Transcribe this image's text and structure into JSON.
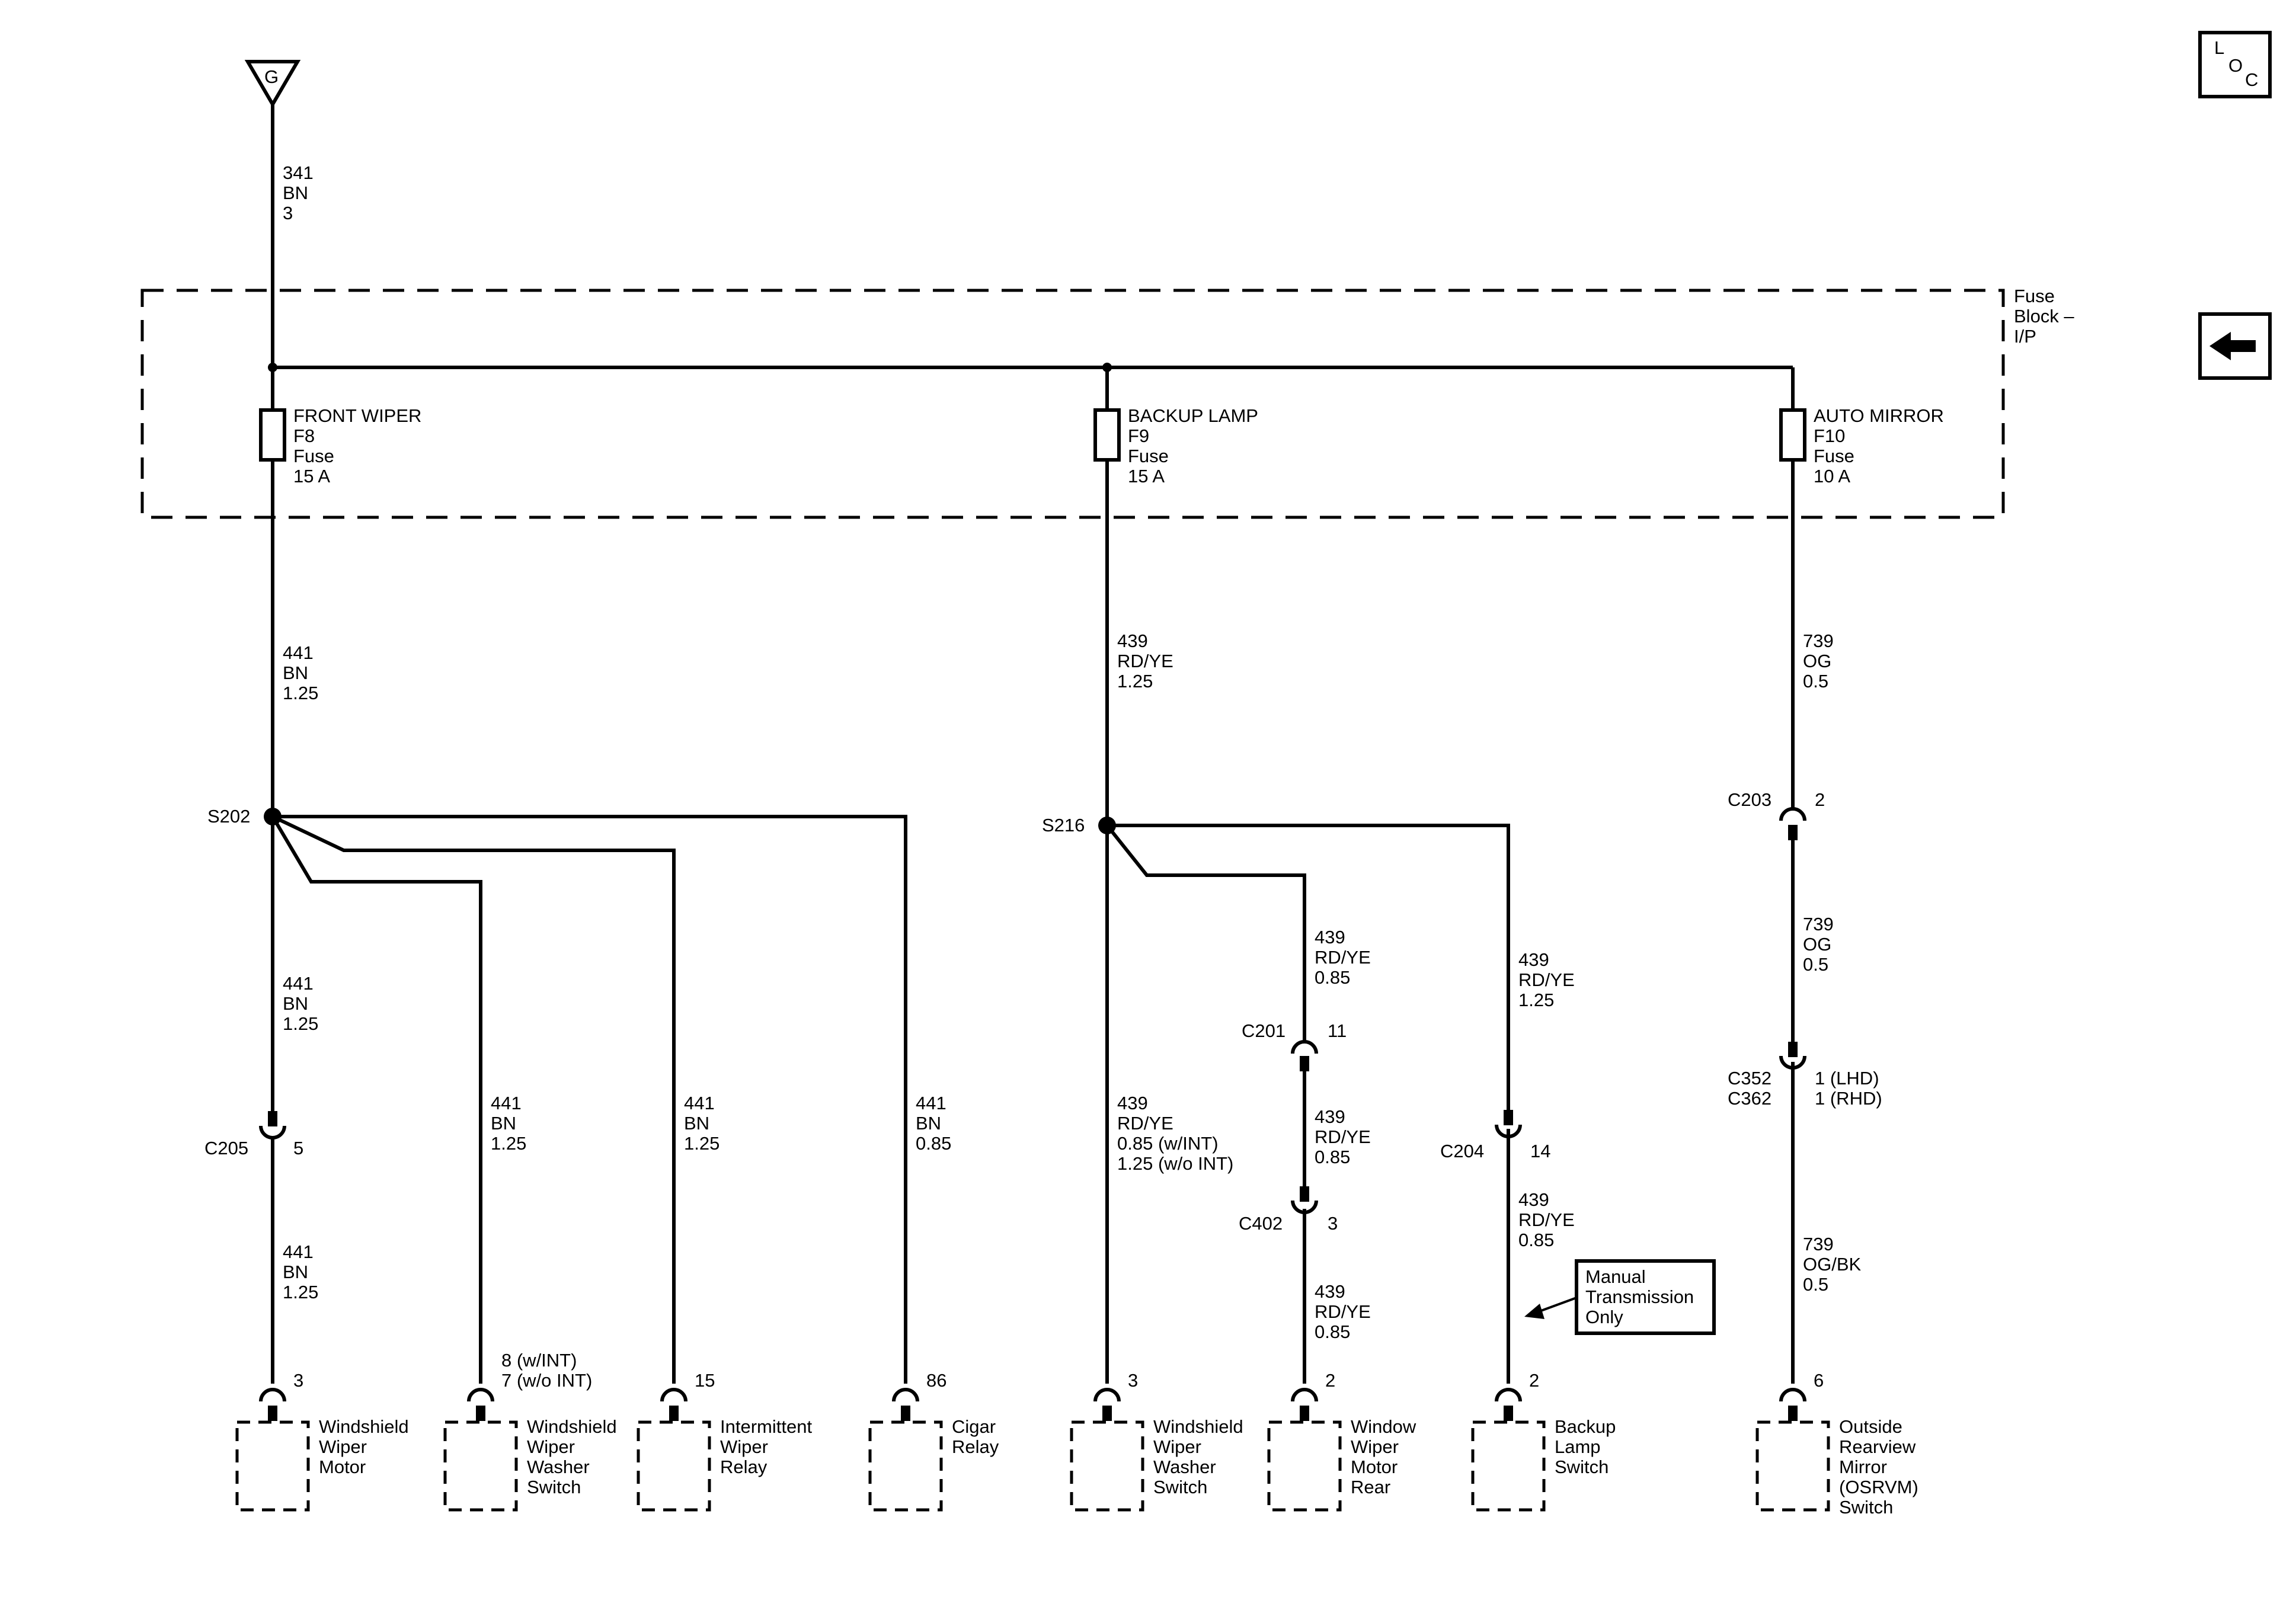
{
  "power_source": {
    "label": "G",
    "circuit": "341",
    "color": "BN",
    "size": "3"
  },
  "fuse_block": {
    "line1": "Fuse",
    "line2": "Block –",
    "line3": "I/P"
  },
  "fuses": [
    {
      "l1": "FRONT WIPER",
      "l2": "F8",
      "l3": "Fuse",
      "l4": "15 A"
    },
    {
      "l1": "BACKUP LAMP",
      "l2": "F9",
      "l3": "Fuse",
      "l4": "15 A"
    },
    {
      "l1": "AUTO MIRROR",
      "l2": "F10",
      "l3": "Fuse",
      "l4": "10 A"
    }
  ],
  "wire_labels": [
    {
      "circuit": "441",
      "color": "BN",
      "size": "1.25"
    },
    {
      "circuit": "439",
      "color": "RD/YE",
      "size": "1.25"
    },
    {
      "circuit": "739",
      "color": "OG",
      "size": "0.5"
    },
    {
      "circuit": "441",
      "color": "BN",
      "size": "1.25"
    },
    {
      "circuit": "441",
      "color": "BN",
      "size": "1.25"
    },
    {
      "circuit": "441",
      "color": "BN",
      "size": "1.25"
    },
    {
      "circuit": "441",
      "color": "BN",
      "size": "1.25"
    },
    {
      "circuit": "441",
      "color": "BN",
      "size": "0.85"
    },
    {
      "circuit": "439",
      "color": "RD/YE",
      "size": "0.85"
    },
    {
      "circuit": "439",
      "color": "RD/YE",
      "size": "1.25"
    },
    {
      "circuit": "739",
      "color": "OG",
      "size": "0.5"
    },
    {
      "circuit": "439",
      "color": "RD/YE",
      "size": "0.85"
    },
    {
      "circuit": "439",
      "color": "RD/YE",
      "size": "0.85"
    },
    {
      "circuit": "439",
      "color": "RD/YE",
      "size": "0.85"
    },
    {
      "circuit": "739",
      "color": "OG/BK",
      "size": "0.5"
    }
  ],
  "wire_label_special": {
    "circuit": "439",
    "color": "RD/YE",
    "size1": "0.85 (w/INT)",
    "size2": "1.25 (w/o INT)"
  },
  "splices": {
    "s202": "S202",
    "s216": "S216"
  },
  "connectors": {
    "c205": {
      "name": "C205",
      "pin": "5"
    },
    "c203": {
      "name": "C203",
      "pin": "2"
    },
    "c201": {
      "name": "C201",
      "pin": "11"
    },
    "c402": {
      "name": "C402",
      "pin": "3"
    },
    "c204": {
      "name": "C204",
      "pin": "14"
    },
    "c352": {
      "name1": "C352",
      "name2": "C362",
      "pin1": "1 (LHD)",
      "pin2": "1 (RHD)"
    }
  },
  "components": [
    {
      "pin": "3",
      "pin2": "",
      "l1": "Windshield",
      "l2": "Wiper",
      "l3": "Motor",
      "l4": "",
      "l5": ""
    },
    {
      "pin": "8 (w/INT)",
      "pin2": "7 (w/o INT)",
      "l1": "Windshield",
      "l2": "Wiper",
      "l3": "Washer",
      "l4": "Switch",
      "l5": ""
    },
    {
      "pin": "15",
      "pin2": "",
      "l1": "Intermittent",
      "l2": "Wiper",
      "l3": "Relay",
      "l4": "",
      "l5": ""
    },
    {
      "pin": "86",
      "pin2": "",
      "l1": "Cigar",
      "l2": "Relay",
      "l3": "",
      "l4": "",
      "l5": ""
    },
    {
      "pin": "3",
      "pin2": "",
      "l1": "Windshield",
      "l2": "Wiper",
      "l3": "Washer",
      "l4": "Switch",
      "l5": ""
    },
    {
      "pin": "2",
      "pin2": "",
      "l1": "Window",
      "l2": "Wiper",
      "l3": "Motor",
      "l4": "Rear",
      "l5": ""
    },
    {
      "pin": "2",
      "pin2": "",
      "l1": "Backup",
      "l2": "Lamp",
      "l3": "Switch",
      "l4": "",
      "l5": ""
    },
    {
      "pin": "6",
      "pin2": "",
      "l1": "Outside",
      "l2": "Rearview",
      "l3": "Mirror",
      "l4": "(OSRVM)",
      "l5": "Switch"
    }
  ],
  "note": {
    "l1": "Manual",
    "l2": "Transmission",
    "l3": "Only"
  },
  "loc_icon": {
    "l": "L",
    "o": "O",
    "c": "C"
  }
}
